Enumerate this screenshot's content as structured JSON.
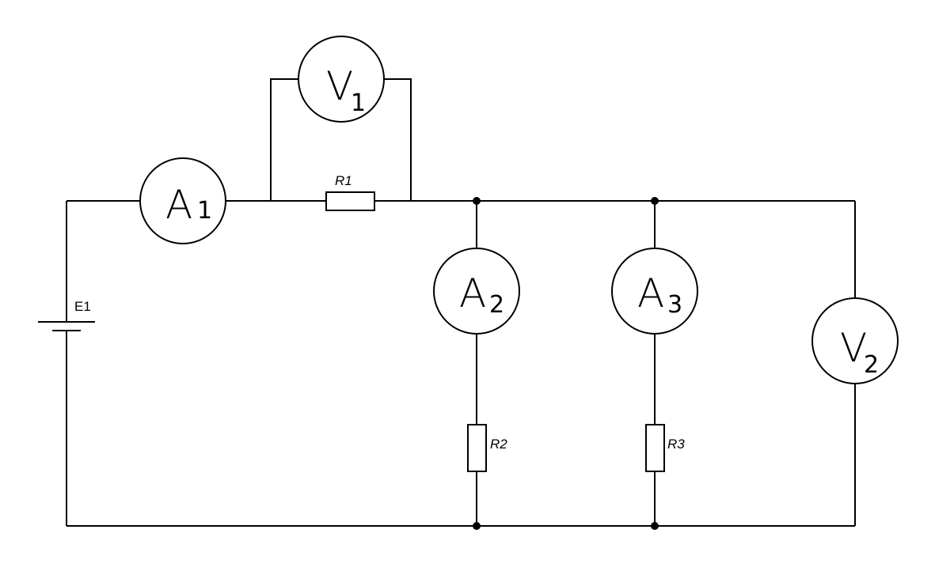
{
  "source": {
    "label": "E1"
  },
  "ammeters": {
    "a1": {
      "letter": "A",
      "index": "1"
    },
    "a2": {
      "letter": "A",
      "index": "2"
    },
    "a3": {
      "letter": "A",
      "index": "3"
    }
  },
  "voltmeters": {
    "v1": {
      "letter": "V",
      "index": "1"
    },
    "v2": {
      "letter": "V",
      "index": "2"
    }
  },
  "resistors": {
    "r1": {
      "label": "R1"
    },
    "r2": {
      "label": "R2"
    },
    "r3": {
      "label": "R3"
    }
  },
  "colors": {
    "line": "#000000",
    "background": "#ffffff"
  }
}
